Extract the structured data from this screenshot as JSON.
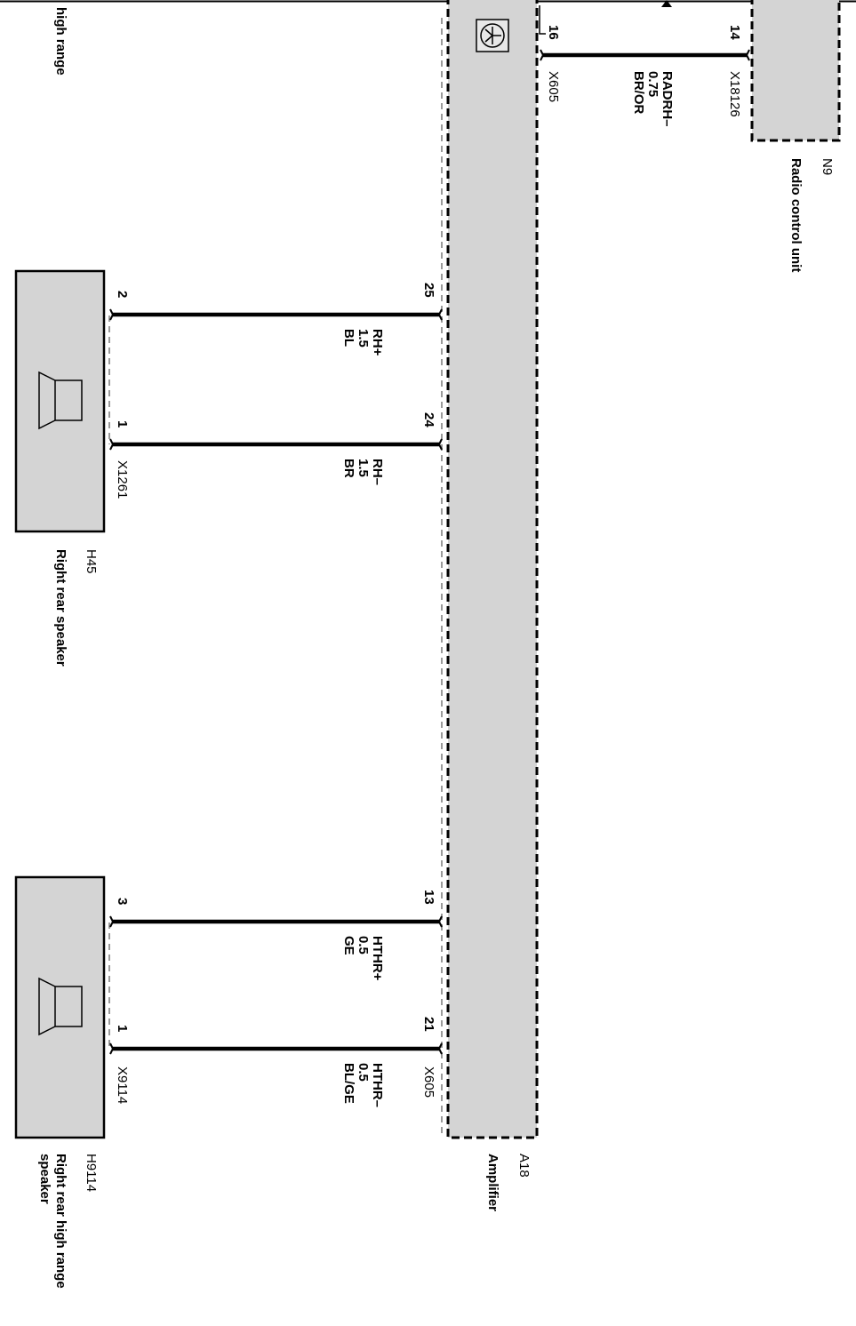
{
  "colors": {
    "component_fill": "#d4d4d4",
    "line": "#000000",
    "background": "#ffffff"
  },
  "top_left_caption": "high range",
  "components": {
    "radio": {
      "code": "N9",
      "name": "Radio control unit",
      "connector": "X18126",
      "pin": "14"
    },
    "amplifier": {
      "code": "A18",
      "name": "Amplifier",
      "connector_top": "X605",
      "connector_bottom": "X605",
      "icon": "ground-symbol-icon"
    },
    "speaker_h45": {
      "code": "H45",
      "name": "Right rear speaker",
      "connector": "X1261",
      "icon": "speaker-icon"
    },
    "speaker_h9114": {
      "code": "H9114",
      "name_line1": "Right rear high range",
      "name_line2": "speaker",
      "connector": "X9114",
      "icon": "speaker-icon"
    }
  },
  "wires": {
    "radrh": {
      "signal": "RADRH–",
      "size": "0.75",
      "color": "BR/OR",
      "pin_amp": "16",
      "pin_other": "14"
    },
    "rh_plus": {
      "signal": "RH+",
      "size": "1.5",
      "color": "BL",
      "pin_amp": "25",
      "pin_other": "2"
    },
    "rh_minus": {
      "signal": "RH–",
      "size": "1.5",
      "color": "BR",
      "pin_amp": "24",
      "pin_other": "1"
    },
    "hthr_plus": {
      "signal": "HTHR+",
      "size": "0.5",
      "color": "GE",
      "pin_amp": "13",
      "pin_other": "3"
    },
    "hthr_minus": {
      "signal": "HTHR–",
      "size": "0.5",
      "color": "BL/GE",
      "pin_amp": "21",
      "pin_other": "1"
    }
  }
}
